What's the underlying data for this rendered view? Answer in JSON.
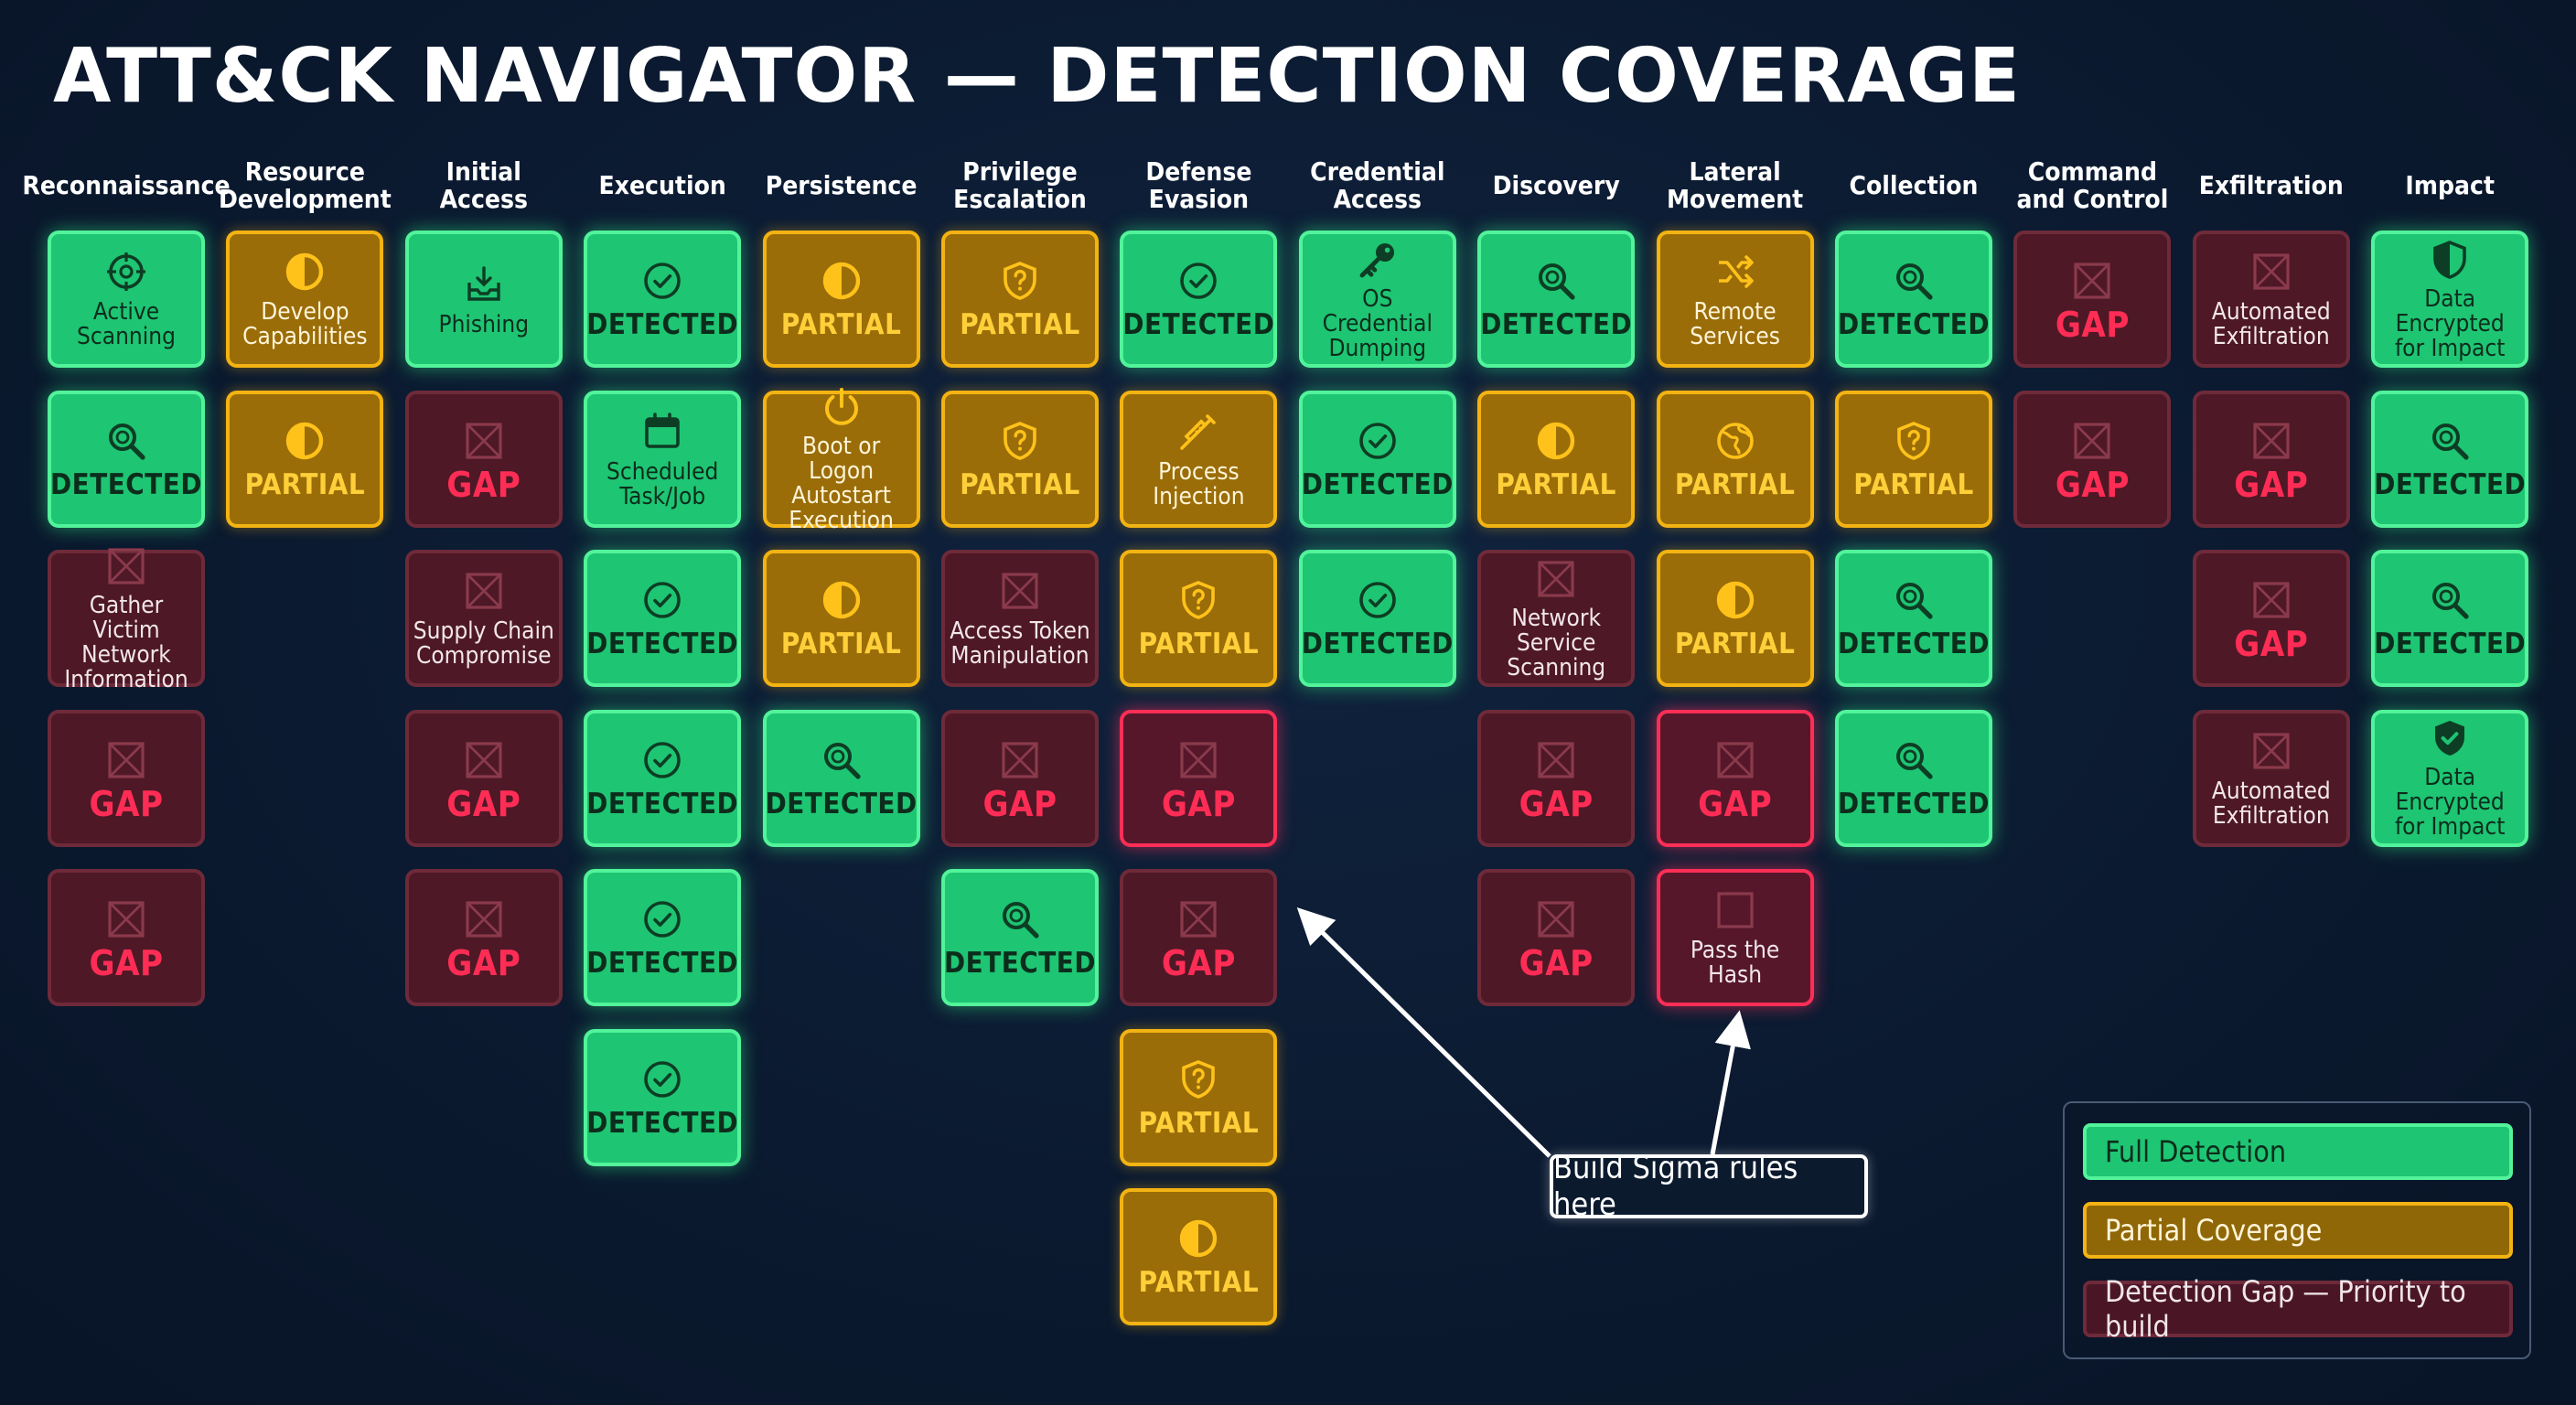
{
  "title": "ATT&CK NAVIGATOR — DETECTION COVERAGE",
  "status_labels": {
    "detected": "DETECTED",
    "partial": "PARTIAL",
    "gap": "GAP"
  },
  "colors": {
    "detected": "#1ec573",
    "partial": "#9a6d08",
    "gap": "#4e1826",
    "gap_highlight": "#ff2e56",
    "background": "#0b1a30"
  },
  "tactics": [
    {
      "name": "Reconnaissance",
      "cells": [
        {
          "status": "detected",
          "name": "Active\nScanning",
          "icon": "target-icon"
        },
        {
          "status": "detected",
          "name": "",
          "icon": "search-icon"
        },
        {
          "status": "gap",
          "name": "Gather Victim\nNetwork\nInformation",
          "icon": "x-box-icon"
        },
        {
          "status": "gap",
          "name": "",
          "icon": "x-box-icon"
        },
        {
          "status": "gap",
          "name": "",
          "icon": "x-box-icon"
        }
      ]
    },
    {
      "name": "Resource\nDevelopment",
      "cells": [
        {
          "status": "partial",
          "name": "Develop\nCapabilities",
          "icon": "half-circle-icon"
        },
        {
          "status": "partial",
          "name": "",
          "icon": "half-circle-icon"
        }
      ]
    },
    {
      "name": "Initial\nAccess",
      "cells": [
        {
          "status": "detected",
          "name": "Phishing",
          "icon": "inbox-icon"
        },
        {
          "status": "gap",
          "name": "",
          "icon": "x-box-icon"
        },
        {
          "status": "gap",
          "name": "Supply Chain\nCompromise",
          "icon": "x-box-icon"
        },
        {
          "status": "gap",
          "name": "",
          "icon": "x-box-icon"
        },
        {
          "status": "gap",
          "name": "",
          "icon": "x-box-icon"
        }
      ]
    },
    {
      "name": "Execution",
      "cells": [
        {
          "status": "detected",
          "name": "",
          "icon": "check-circle-icon"
        },
        {
          "status": "detected",
          "name": "Scheduled\nTask/Job",
          "icon": "calendar-icon"
        },
        {
          "status": "detected",
          "name": "",
          "icon": "check-circle-icon"
        },
        {
          "status": "detected",
          "name": "",
          "icon": "check-circle-icon"
        },
        {
          "status": "detected",
          "name": "",
          "icon": "check-circle-icon"
        },
        {
          "status": "detected",
          "name": "",
          "icon": "check-circle-icon"
        }
      ]
    },
    {
      "name": "Persistence",
      "cells": [
        {
          "status": "partial",
          "name": "",
          "icon": "half-circle-icon"
        },
        {
          "status": "partial",
          "name": "Boot or Logon\nAutostart\nExecution",
          "icon": "power-icon"
        },
        {
          "status": "partial",
          "name": "",
          "icon": "half-circle-icon"
        },
        {
          "status": "detected",
          "name": "",
          "icon": "search-icon"
        }
      ]
    },
    {
      "name": "Privilege\nEscalation",
      "cells": [
        {
          "status": "partial",
          "name": "",
          "icon": "shield-question-icon"
        },
        {
          "status": "partial",
          "name": "",
          "icon": "shield-question-icon"
        },
        {
          "status": "gap",
          "name": "Access Token\nManipulation",
          "icon": "x-box-icon"
        },
        {
          "status": "gap",
          "name": "",
          "icon": "x-box-icon"
        },
        {
          "status": "detected",
          "name": "",
          "icon": "search-icon"
        }
      ]
    },
    {
      "name": "Defense\nEvasion",
      "cells": [
        {
          "status": "detected",
          "name": "",
          "icon": "check-circle-icon"
        },
        {
          "status": "partial",
          "name": "Process\nInjection",
          "icon": "syringe-icon"
        },
        {
          "status": "partial",
          "name": "",
          "icon": "shield-question-icon"
        },
        {
          "status": "gap-hot",
          "name": "",
          "icon": "x-box-icon"
        },
        {
          "status": "gap",
          "name": "",
          "icon": "x-box-icon"
        },
        {
          "status": "partial",
          "name": "",
          "icon": "shield-question-icon"
        },
        {
          "status": "partial",
          "name": "",
          "icon": "half-circle-icon"
        }
      ]
    },
    {
      "name": "Credential\nAccess",
      "cells": [
        {
          "status": "detected",
          "name": "OS Credential\nDumping",
          "icon": "key-icon"
        },
        {
          "status": "detected",
          "name": "",
          "icon": "check-circle-icon"
        },
        {
          "status": "detected",
          "name": "",
          "icon": "check-circle-icon"
        }
      ]
    },
    {
      "name": "Discovery",
      "cells": [
        {
          "status": "detected",
          "name": "",
          "icon": "search-icon"
        },
        {
          "status": "partial",
          "name": "",
          "icon": "half-circle-icon"
        },
        {
          "status": "gap",
          "name": "Network\nService\nScanning",
          "icon": "x-box-icon"
        },
        {
          "status": "gap",
          "name": "",
          "icon": "x-box-icon"
        },
        {
          "status": "gap",
          "name": "",
          "icon": "x-box-icon"
        }
      ]
    },
    {
      "name": "Lateral\nMovement",
      "cells": [
        {
          "status": "partial",
          "name": "Remote\nServices",
          "icon": "shuffle-icon"
        },
        {
          "status": "partial",
          "name": "",
          "icon": "globe-icon"
        },
        {
          "status": "partial",
          "name": "",
          "icon": "half-circle-icon"
        },
        {
          "status": "gap-hot",
          "name": "",
          "icon": "x-box-icon"
        },
        {
          "status": "gap-hot",
          "name": "Pass the Hash",
          "icon": "empty-box-icon"
        }
      ]
    },
    {
      "name": "Collection",
      "cells": [
        {
          "status": "detected",
          "name": "",
          "icon": "search-icon"
        },
        {
          "status": "partial",
          "name": "",
          "icon": "shield-question-icon"
        },
        {
          "status": "detected",
          "name": "",
          "icon": "search-icon"
        },
        {
          "status": "detected",
          "name": "",
          "icon": "search-icon"
        }
      ]
    },
    {
      "name": "Command\nand Control",
      "cells": [
        {
          "status": "gap",
          "name": "",
          "icon": "x-box-icon"
        },
        {
          "status": "gap",
          "name": "",
          "icon": "x-box-icon"
        }
      ]
    },
    {
      "name": "Exfiltration",
      "cells": [
        {
          "status": "gap",
          "name": "Automated\nExfiltration",
          "icon": "x-box-icon"
        },
        {
          "status": "gap",
          "name": "",
          "icon": "x-box-icon"
        },
        {
          "status": "gap",
          "name": "",
          "icon": "x-box-icon"
        },
        {
          "status": "gap",
          "name": "Automated\nExfiltration",
          "icon": "x-box-icon"
        }
      ]
    },
    {
      "name": "Impact",
      "cells": [
        {
          "status": "detected",
          "name": "Data Encrypted\nfor Impact",
          "icon": "shield-icon"
        },
        {
          "status": "detected",
          "name": "",
          "icon": "search-icon"
        },
        {
          "status": "detected",
          "name": "",
          "icon": "search-icon"
        },
        {
          "status": "detected",
          "name": "Data Encrypted\nfor Impact",
          "icon": "shield-check-icon"
        }
      ]
    }
  ],
  "legend": {
    "full": "Full Detection",
    "partial": "Partial Coverage",
    "gap": "Detection Gap — Priority to build"
  },
  "callout": {
    "text": "Build Sigma rules here"
  }
}
